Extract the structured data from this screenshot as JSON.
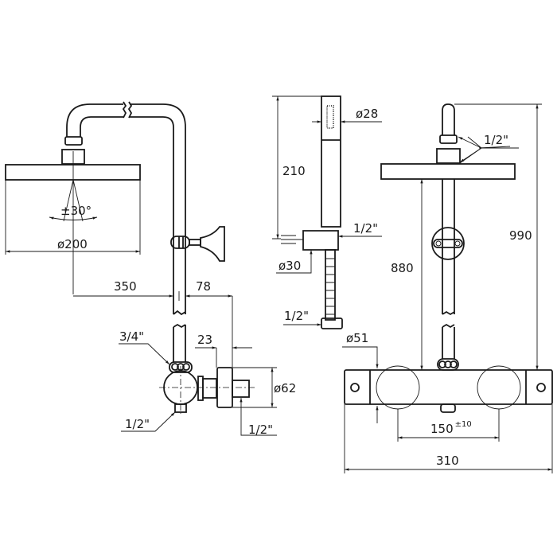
{
  "title": "Thermostatic shower column dimensional drawing",
  "colors": {
    "line": "#1a1a1a",
    "background": "#ffffff"
  },
  "side_view": {
    "spray_angle": "±30°",
    "head_diameter": "ø200",
    "arm_projection": "350",
    "wall_offset": "78",
    "inlet_top": "3/4\"",
    "flange_depth": "23",
    "flange_diameter": "ø62",
    "outlet_bottom": "1/2\"",
    "wall_inlet": "1/2\""
  },
  "hand_shower": {
    "diameter": "ø28",
    "length": "210",
    "holder_outlet": "1/2\"",
    "holder_diameter": "ø30",
    "hose_connection": "1/2\""
  },
  "front_view": {
    "head_connection": "1/2\"",
    "total_height": "990",
    "head_height": "880",
    "knob_diameter": "ø51",
    "inlet_spacing": "150",
    "inlet_tolerance": "±10",
    "mixer_width": "310"
  }
}
